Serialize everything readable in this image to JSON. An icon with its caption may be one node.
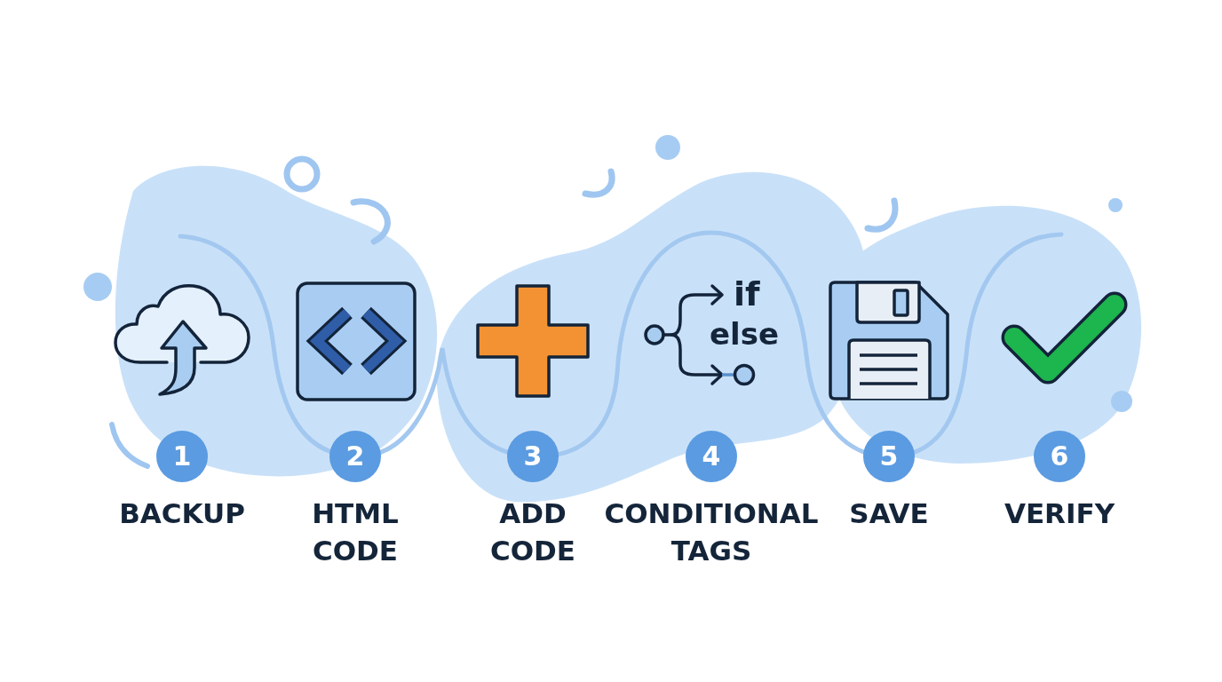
{
  "diagram": {
    "nodes": [
      {
        "text": [
          "1"
        ],
        "beside": [
          "BACKUP"
        ]
      },
      {
        "text": [
          "2"
        ],
        "beside": [
          "HTML CODE"
        ]
      },
      {
        "text": [
          "3"
        ],
        "beside": [
          "ADD CODE"
        ]
      },
      {
        "text": [
          "4"
        ],
        "beside": [
          "CONDITIONAL TAGS"
        ]
      },
      {
        "text": [
          "5"
        ],
        "beside": [
          "SAVE"
        ]
      },
      {
        "text": [
          "6"
        ],
        "beside": [
          "VERIFY"
        ]
      }
    ],
    "labels": [
      "if",
      "else"
    ]
  }
}
